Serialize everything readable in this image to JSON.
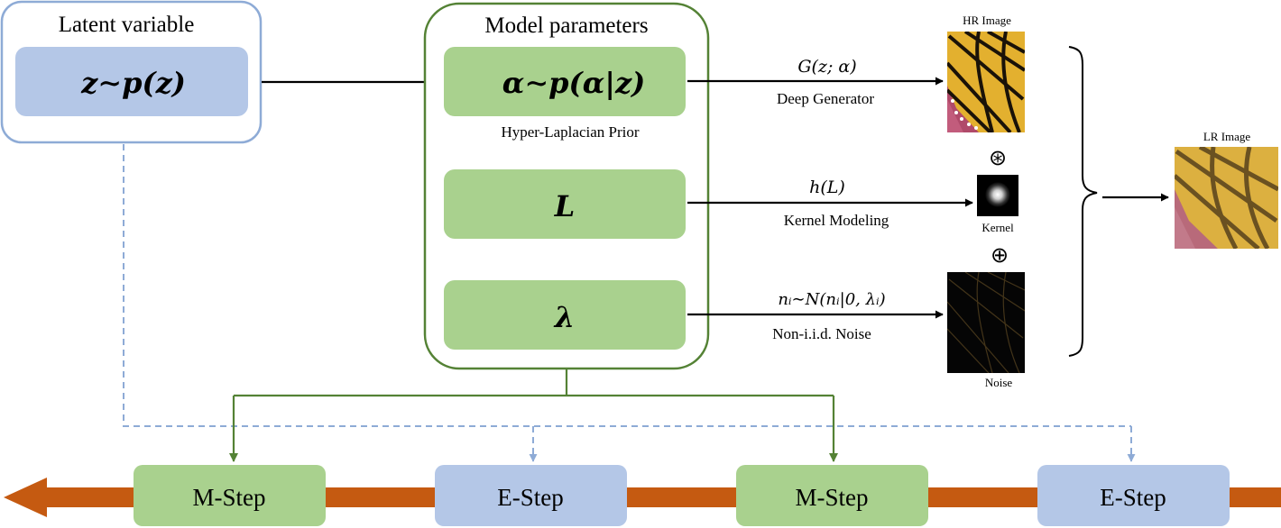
{
  "latent": {
    "title": "Latent variable",
    "formula": "z∼p(z)"
  },
  "params": {
    "title": "Model parameters",
    "alpha_formula": "α∼p(α|z)",
    "alpha_caption": "Hyper-Laplacian Prior",
    "kernel_symbol": "L",
    "noise_symbol": "λ"
  },
  "arrows": {
    "generator_formula": "G(z; α)",
    "generator_caption": "Deep Generator",
    "kernel_formula": "h(L)",
    "kernel_caption": "Kernel Modeling",
    "noise_formula": "nᵢ∼N(nᵢ|0, λᵢ)",
    "noise_caption": "Non-i.i.d. Noise"
  },
  "images": {
    "hr_label": "HR Image",
    "kernel_label": "Kernel",
    "noise_label": "Noise",
    "lr_label": "LR Image",
    "conv_symbol": "⊛",
    "plus_symbol": "⊕"
  },
  "steps": [
    "M-Step",
    "E-Step",
    "M-Step",
    "E-Step"
  ],
  "colors": {
    "latent_border": "#8eabd6",
    "latent_fill": "#b4c7e7",
    "params_border": "#548235",
    "params_fill": "#a9d18e",
    "timeline": "#c55a11",
    "dashed": "#8eabd6",
    "green_line": "#548235"
  }
}
